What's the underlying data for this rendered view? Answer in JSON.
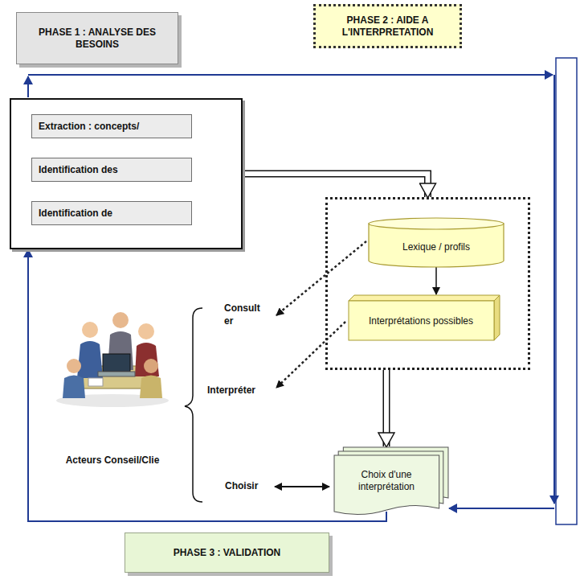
{
  "diagram": {
    "nodes": [
      {
        "text": [
          "PHASE 1 : ANALYSE DES BESOINS"
        ]
      },
      {
        "text": [
          "PHASE 2 : AIDE A L'INTERPRETATION"
        ]
      },
      {
        "text": []
      },
      {
        "text": [
          "Extraction : concepts/"
        ],
        "in": 2
      },
      {
        "text": [
          "Identification des"
        ],
        "in": 2
      },
      {
        "text": [
          "Identification de"
        ],
        "in": 2
      },
      {
        "text": []
      },
      {
        "text": [
          "Lexique / profils"
        ],
        "in": 6
      },
      {
        "text": [
          "Interprétations possibles"
        ],
        "in": 6
      },
      {
        "text": [
          "Choix d'une interprétation"
        ]
      },
      {
        "text": [
          "PHASE 3 : VALIDATION"
        ]
      }
    ],
    "edges": [
      {
        "from": 2,
        "to": 6,
        "arrow": "to"
      },
      {
        "from": 7,
        "to": 8,
        "arrow": "to"
      },
      {
        "from": 6,
        "to": 9,
        "arrow": "to"
      },
      {
        "from": 9,
        "to": 2,
        "arrow": "to"
      }
    ],
    "labels": [
      "Consult er",
      "Interpréter",
      "Choisir",
      "Acteurs Conseil/Clie"
    ]
  }
}
